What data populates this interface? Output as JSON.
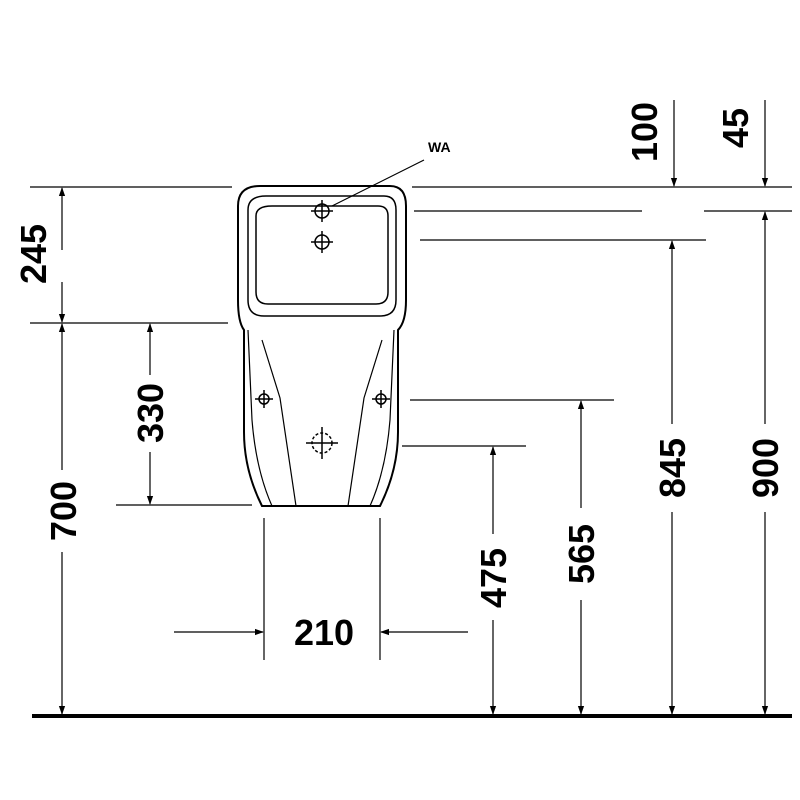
{
  "callouts": {
    "wa": "WA"
  },
  "dimensions": {
    "d245": "245",
    "d700": "700",
    "d330": "330",
    "d210": "210",
    "d475": "475",
    "d565": "565",
    "d845": "845",
    "d900": "900",
    "d100": "100",
    "d45": "45"
  },
  "colors": {
    "ink": "#000000",
    "background": "#ffffff"
  }
}
